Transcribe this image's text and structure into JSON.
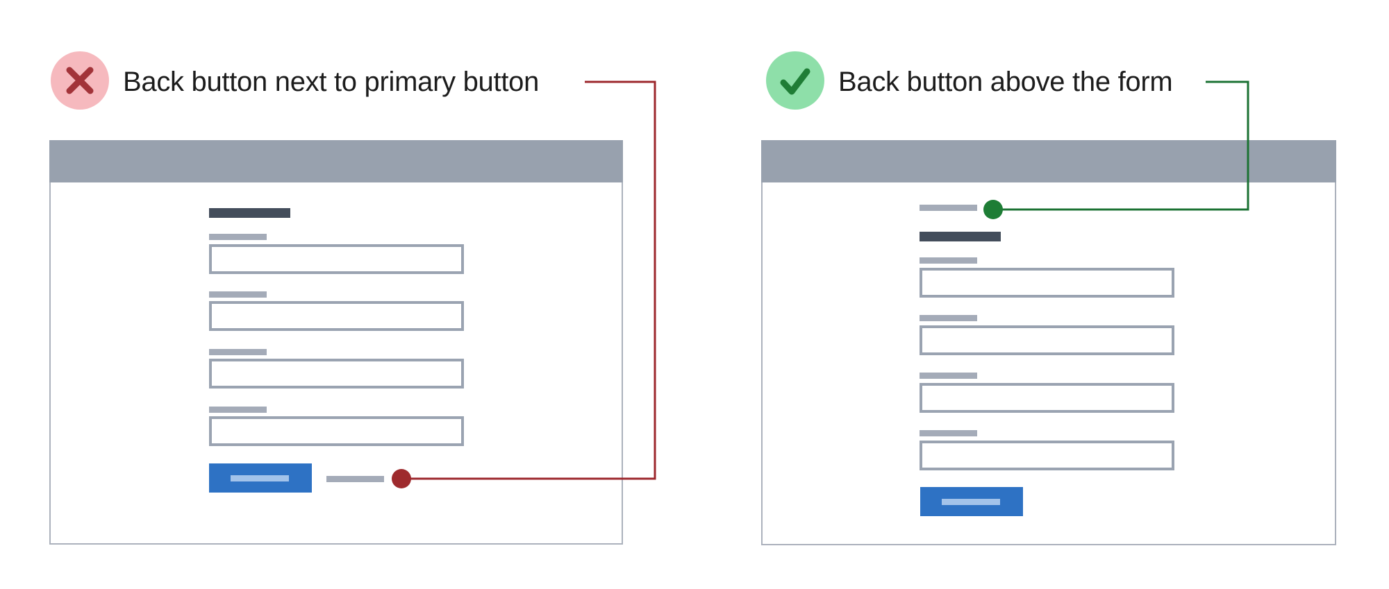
{
  "diagram": {
    "type": "ux-do-dont-comparison",
    "topic": "Back button placement in forms"
  },
  "palette": {
    "text": "#1c1c1c",
    "window_header_gray": "#98a1ae",
    "window_border_gray": "#abb1bc",
    "heading_bar_navy": "#434d5b",
    "placeholder_gray": "#a4abb8",
    "input_border_gray": "#9aa3b1",
    "primary_button_blue": "#2e72c4",
    "primary_button_label_blue": "#a3c3ea",
    "bad_badge_background": "#f6b9be",
    "bad_badge_glyph": "#a23339",
    "bad_connector_red": "#9c272c",
    "good_badge_background": "#8edfa9",
    "good_badge_glyph": "#1f7d36",
    "good_connector_green": "#1b7233"
  },
  "examples": [
    {
      "verdict": "incorrect",
      "icon": "x-icon",
      "label": "Back button next to primary button",
      "window": {
        "heading_placeholder": true,
        "fields": 4,
        "primary_button_placeholder": true,
        "back_button_position": "beside-primary-button"
      }
    },
    {
      "verdict": "correct",
      "icon": "check-icon",
      "label": "Back button above the form",
      "window": {
        "heading_placeholder": true,
        "fields": 4,
        "primary_button_placeholder": true,
        "back_button_position": "above-form"
      }
    }
  ]
}
